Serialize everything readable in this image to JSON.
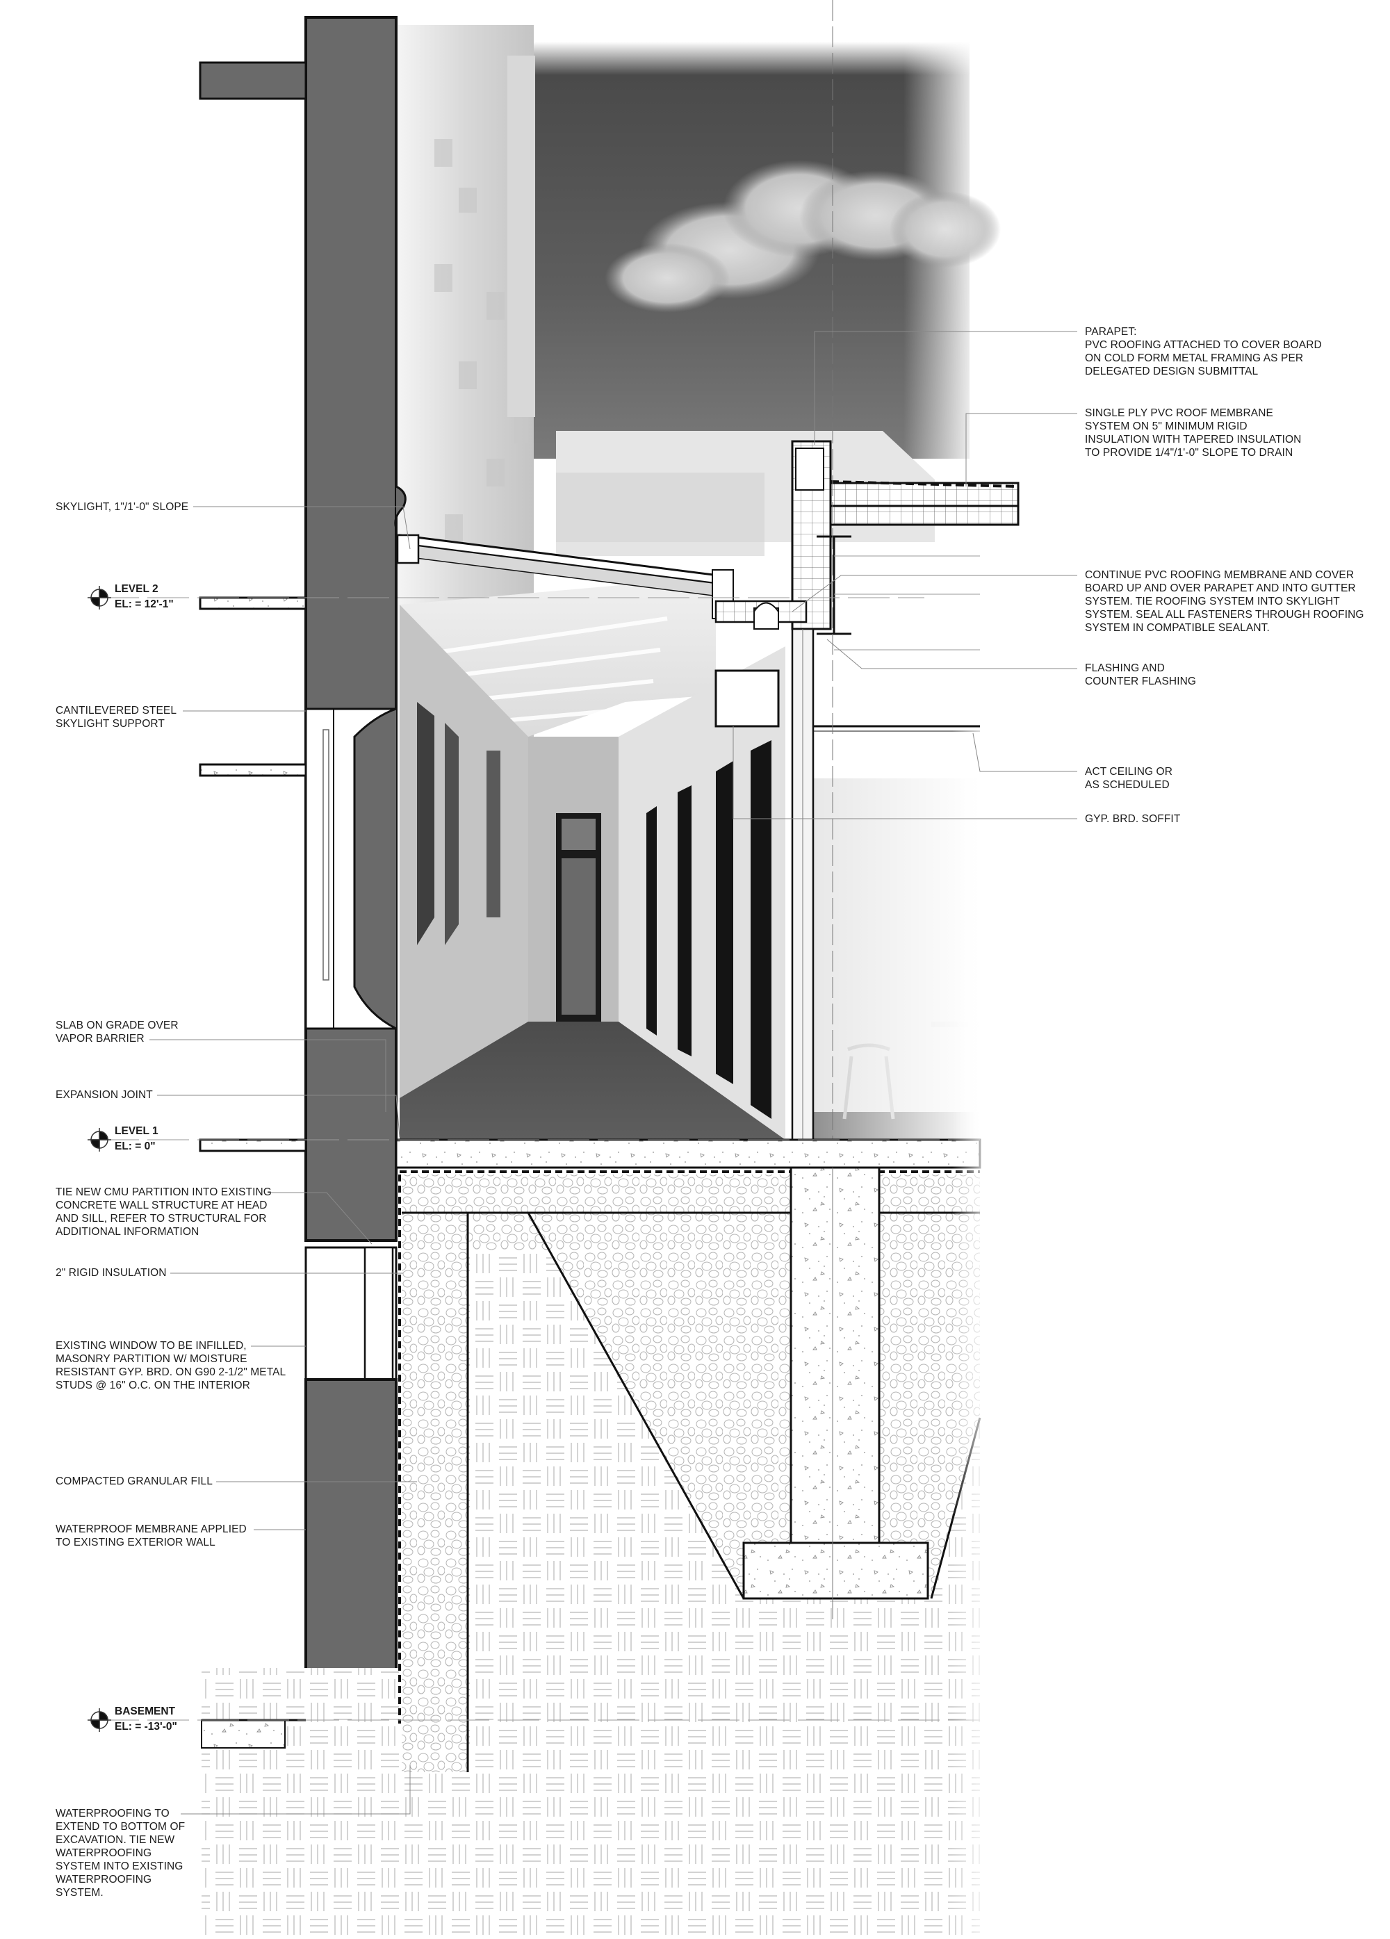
{
  "drawing": {
    "type": "wall section / perspective section",
    "colors": {
      "concrete_wall": "#6a6a6a",
      "sky_dark": "#4a4a4a",
      "sky_light": "#8a8a8a",
      "corridor_floor": "#555555",
      "line": "#111111",
      "hatch": "#b5b5b5"
    }
  },
  "levels": [
    {
      "name": "LEVEL 2",
      "elevation": "EL: =  12'-1\""
    },
    {
      "name": "LEVEL 1",
      "elevation": "EL: =  0\""
    },
    {
      "name": "BASEMENT",
      "elevation": "EL: =  -13'-0\""
    }
  ],
  "left_notes": [
    {
      "text": "SKYLIGHT, 1\"/1'-0\" SLOPE"
    },
    {
      "text": "CANTILEVERED STEEL\nSKYLIGHT SUPPORT"
    },
    {
      "text": "SLAB ON GRADE OVER\nVAPOR BARRIER"
    },
    {
      "text": "EXPANSION JOINT"
    },
    {
      "text": "TIE NEW CMU PARTITION INTO EXISTING\nCONCRETE WALL STRUCTURE AT HEAD\nAND SILL, REFER TO STRUCTURAL FOR\nADDITIONAL INFORMATION"
    },
    {
      "text": "2\" RIGID INSULATION"
    },
    {
      "text": "EXISTING WINDOW TO BE INFILLED,\nMASONRY PARTITION W/ MOISTURE\nRESISTANT GYP. BRD. ON G90 2-1/2\" METAL\nSTUDS @ 16\" O.C. ON THE INTERIOR"
    },
    {
      "text": "COMPACTED GRANULAR FILL"
    },
    {
      "text": "WATERPROOF MEMBRANE APPLIED\nTO EXISTING EXTERIOR WALL"
    },
    {
      "text": "WATERPROOFING TO\nEXTEND TO BOTTOM OF\nEXCAVATION. TIE NEW\nWATERPROOFING\nSYSTEM INTO EXISTING\nWATERPROOFING\nSYSTEM."
    }
  ],
  "right_notes": [
    {
      "text": "PARAPET:\nPVC ROOFING ATTACHED TO COVER BOARD\nON COLD FORM METAL FRAMING AS PER\nDELEGATED DESIGN SUBMITTAL"
    },
    {
      "text": "SINGLE PLY PVC ROOF MEMBRANE\nSYSTEM ON 5\" MINIMUM RIGID\nINSULATION WITH TAPERED INSULATION\nTO PROVIDE 1/4\"/1'-0\" SLOPE TO DRAIN"
    },
    {
      "text": "CONTINUE PVC ROOFING MEMBRANE AND COVER\nBOARD UP AND OVER PARAPET AND INTO GUTTER\nSYSTEM. TIE ROOFING SYSTEM INTO SKYLIGHT\nSYSTEM. SEAL ALL FASTENERS THROUGH ROOFING\nSYSTEM IN COMPATIBLE SEALANT."
    },
    {
      "text": "FLASHING AND\nCOUNTER FLASHING"
    },
    {
      "text": "ACT CEILING OR\nAS SCHEDULED"
    },
    {
      "text": "GYP. BRD. SOFFIT"
    }
  ]
}
